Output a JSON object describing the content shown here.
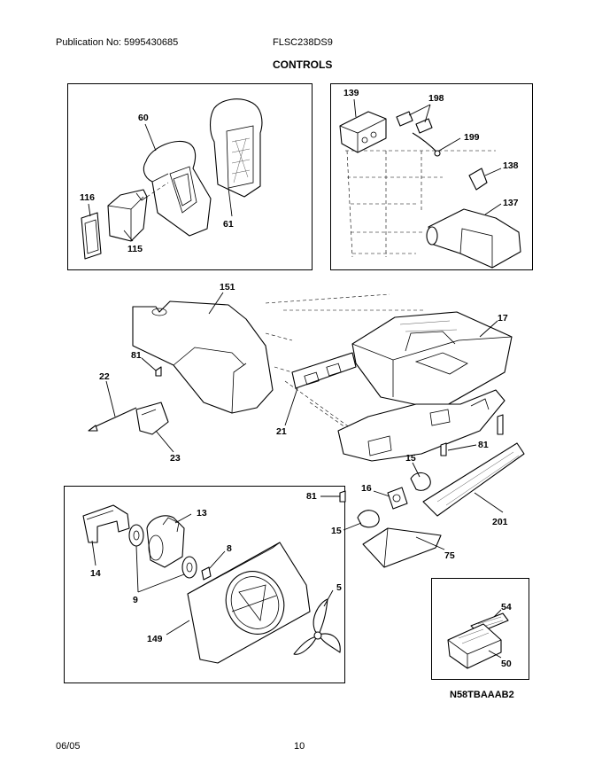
{
  "header": {
    "publication": "Publication No: 5995430685",
    "model": "FLSC238DS9",
    "title": "CONTROLS"
  },
  "footer": {
    "date": "06/05",
    "page": "10",
    "code": "N58TBAAAB2"
  },
  "parts": {
    "p60": "60",
    "p61": "61",
    "p115": "115",
    "p116": "116",
    "p139": "139",
    "p198": "198",
    "p199": "199",
    "p138": "138",
    "p137": "137",
    "p151": "151",
    "p17": "17",
    "p81a": "81",
    "p22": "22",
    "p23": "23",
    "p21": "21",
    "p81b": "81",
    "p15a": "15",
    "p16": "16",
    "p81c": "81",
    "p15b": "15",
    "p201": "201",
    "p75": "75",
    "p13": "13",
    "p14": "14",
    "p8": "8",
    "p9": "9",
    "p5": "5",
    "p149": "149",
    "p54": "54",
    "p50": "50"
  }
}
